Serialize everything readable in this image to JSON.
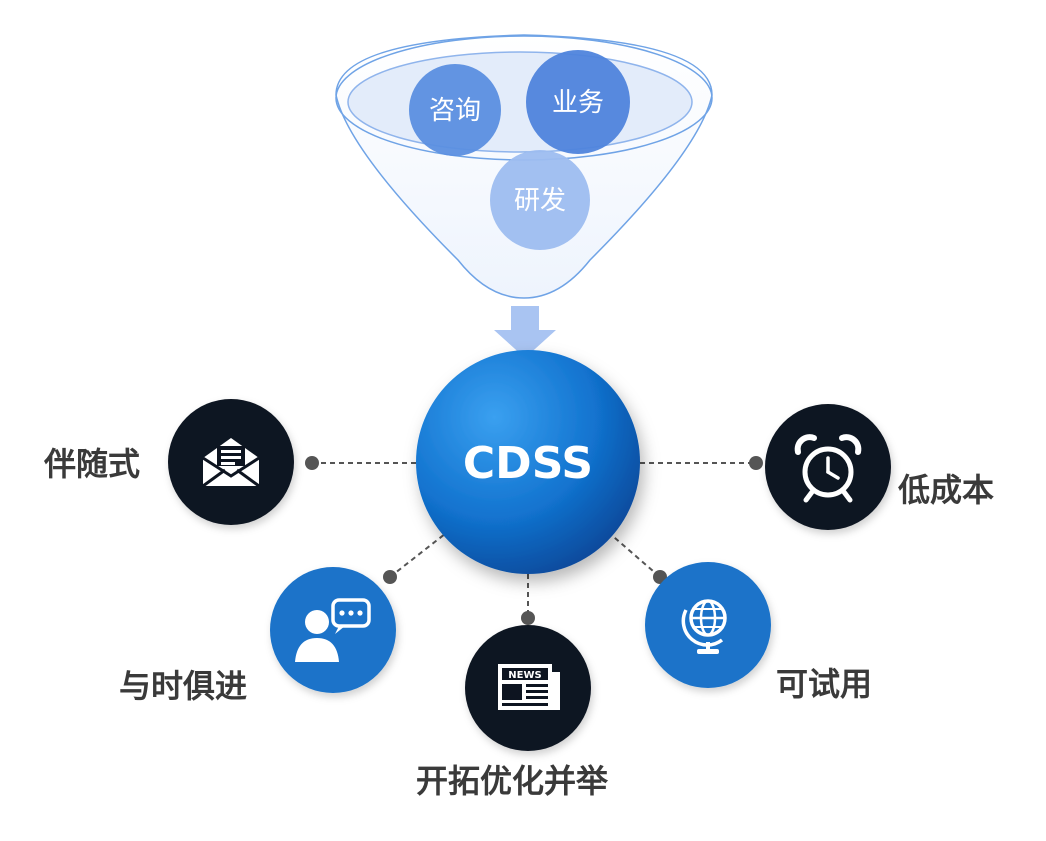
{
  "funnel": {
    "items": [
      "咨询",
      "业务",
      "研发"
    ]
  },
  "center": {
    "label": "CDSS"
  },
  "nodes": [
    {
      "label": "伴随式",
      "icon": "envelope-icon",
      "color": "#0d1420"
    },
    {
      "label": "低成本",
      "icon": "alarm-clock-icon",
      "color": "#0d1420"
    },
    {
      "label": "与时俱进",
      "icon": "person-chat-icon",
      "color": "#1a73c9"
    },
    {
      "label": "开拓优化并举",
      "icon": "newspaper-icon",
      "color": "#0d1420"
    },
    {
      "label": "可试用",
      "icon": "globe-icon",
      "color": "#1a73c9"
    }
  ],
  "colors": {
    "center_light": "#2f8fe3",
    "center_dark": "#0b4fa3",
    "funnel_edge": "#6fa3e6",
    "arrow": "#a9c4f2"
  }
}
